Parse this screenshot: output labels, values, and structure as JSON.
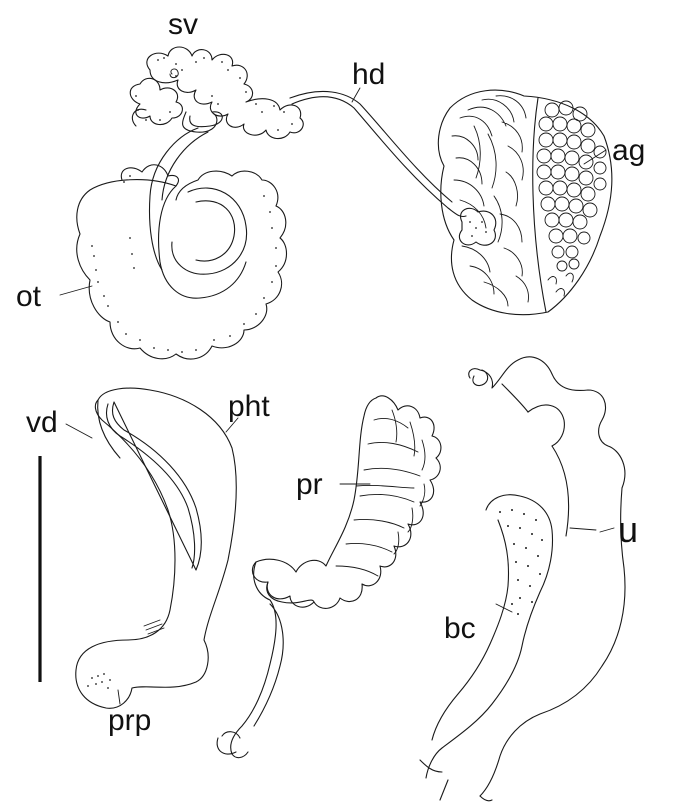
{
  "labels": {
    "sv": "sv",
    "hd": "hd",
    "ag": "ag",
    "ot": "ot",
    "vd": "vd",
    "pht": "pht",
    "pr": "pr",
    "u": "u",
    "bc": "bc",
    "prp": "prp"
  },
  "colors": {
    "ink": "#1a1a1a",
    "background": "#ffffff"
  }
}
